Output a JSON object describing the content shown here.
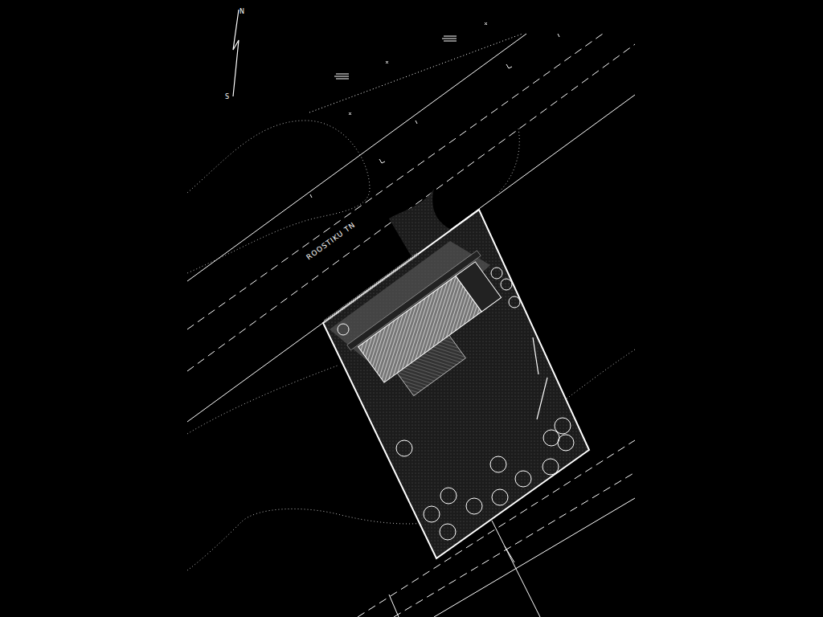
{
  "diagram": {
    "labels": [
      "N",
      "S",
      "ROOSTIKU TN"
    ]
  }
}
